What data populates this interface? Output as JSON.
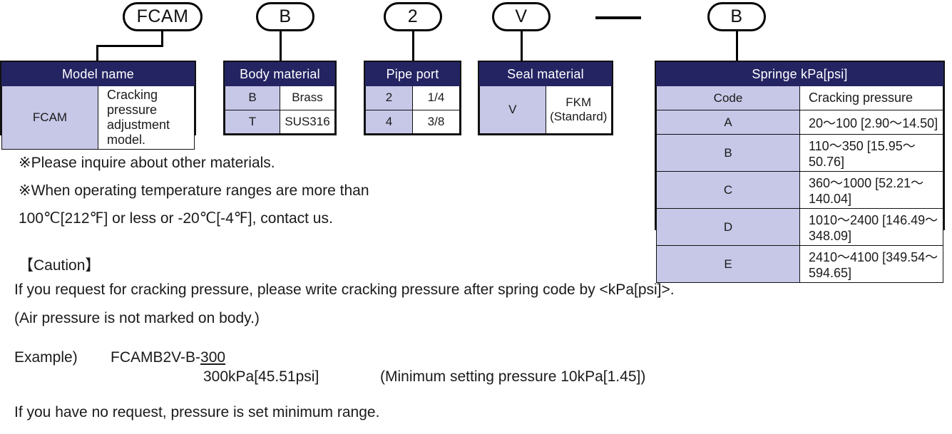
{
  "code_bubbles": [
    {
      "name": "model-name",
      "label": "FCAM"
    },
    {
      "name": "body-material",
      "label": "B"
    },
    {
      "name": "pipe-port",
      "label": "2"
    },
    {
      "name": "seal-material",
      "label": "V"
    },
    {
      "name": "spring-code",
      "label": "B"
    }
  ],
  "separator": {
    "glyph": "—"
  },
  "tables": {
    "model_name": {
      "header": "Model name",
      "rows": [
        {
          "code": "FCAM",
          "desc_line1": "Cracking pressure",
          "desc_line2": "adjustment model."
        }
      ]
    },
    "body_material": {
      "header": "Body material",
      "rows": [
        {
          "code": "B",
          "desc": "Brass"
        },
        {
          "code": "T",
          "desc": "SUS316"
        }
      ]
    },
    "pipe_port": {
      "header": "Pipe port",
      "rows": [
        {
          "code": "2",
          "desc": "1/4"
        },
        {
          "code": "4",
          "desc": "3/8"
        }
      ]
    },
    "seal_material": {
      "header": "Seal material",
      "rows": [
        {
          "code": "V",
          "desc_line1": "FKM",
          "desc_line2": "(Standard)"
        }
      ]
    },
    "spring": {
      "header": "Springe  kPa[psi]",
      "col_headers": {
        "code": "Code",
        "value": "Cracking pressure"
      },
      "rows": [
        {
          "code": "A",
          "value": "20〜100 [2.90〜14.50]"
        },
        {
          "code": "B",
          "value": "110〜350 [15.95〜50.76]"
        },
        {
          "code": "C",
          "value": "360〜1000 [52.21〜140.04]"
        },
        {
          "code": "D",
          "value": "1010〜2400 [146.49〜348.09]"
        },
        {
          "code": "E",
          "value": "2410〜4100 [349.54〜594.65]"
        }
      ]
    }
  },
  "notes": {
    "line1": "※Please inquire about other materials.",
    "line2": "※When operating temperature ranges are more than",
    "line3": "100℃[212℉] or less or -20℃[-4℉], contact us."
  },
  "caution": {
    "heading": "【Caution】",
    "line1": "If you request for cracking pressure, please write cracking pressure after spring code by <kPa[psi]>.",
    "line2": "(Air pressure is not marked on body.)"
  },
  "example": {
    "label": "Example)",
    "code_prefix": "FCAMB2V-B-",
    "code_underlined": "300",
    "pressure": "300kPa[45.51psi]",
    "minimum_note": "(Minimum setting pressure 10kPa[1.45])",
    "footer": "If you have no request, pressure is set minimum range."
  },
  "colors": {
    "header_navy": "#242463",
    "code_lavender": "#c7c7e8",
    "line_black": "#000000"
  }
}
